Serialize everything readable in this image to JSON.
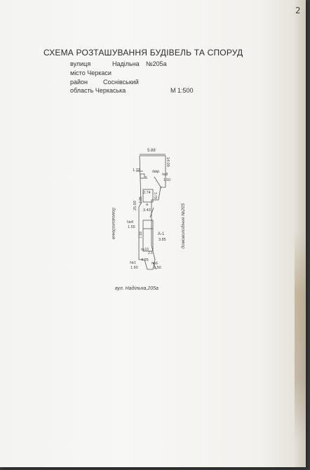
{
  "page_number": "2",
  "header": {
    "title": "СХЕМА РОЗТАШУВАННЯ БУДІВЕЛЬ ТА СПОРУД",
    "street_label": "вулиця",
    "street_name": "Надільна",
    "house_number": "№205а",
    "city": "місто Черкаси",
    "district_label": "район",
    "district_name": "Соснівський",
    "region": "область Черкаська",
    "scale": "М 1:500"
  },
  "plan": {
    "top_width": "5.88",
    "right_upper": "14.09",
    "yard_label": "двір",
    "e_label": "Е",
    "left_upper": "1.32",
    "marker_8": "№8",
    "marker_8_value": "1.50",
    "mid_width": "2.74",
    "mid_right": "3.79",
    "mid_left": "2.85",
    "shed_label": "а",
    "shed_value": "3.43",
    "left_total": "25.99",
    "marker_4": "№4",
    "marker_4_value": "1.55",
    "house_height": "7.18",
    "house_label": "А-1",
    "house_width": "3.85",
    "marker_10": "№10",
    "marker_10_value": "2.1",
    "marker_1": "№1",
    "marker_1_value": "1.60",
    "bottom_width": "4.25",
    "marker_6": "№6",
    "marker_6_value": "1.50",
    "left_neighbor": "домоволодіння",
    "right_neighbor": "домоволодіння №205",
    "street_caption": "вул. Надільна,205а"
  }
}
